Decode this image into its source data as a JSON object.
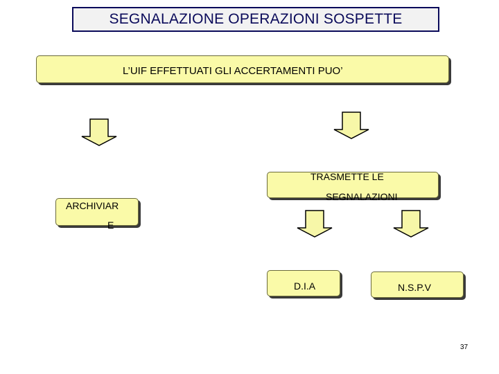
{
  "title": "SEGNALAZIONE OPERAZIONI SOSPETTE",
  "main_box": "L’UIF EFFETTUATI GLI ACCERTAMENTI PUO’",
  "archiviare": {
    "line1": "ARCHIVIAR",
    "line2": "E"
  },
  "trasmette": {
    "line1": "TRASMETTE LE",
    "line2": "SEGNALAZIONI"
  },
  "dia": "D.I.A",
  "nspv": "N.S.P.V",
  "page_number": "37",
  "colors": {
    "box_fill": "#fafaa8",
    "arrow_fill": "#f7f7a8",
    "title_text": "#0a0a5a"
  },
  "icons": [
    "down-arrow-icon"
  ]
}
